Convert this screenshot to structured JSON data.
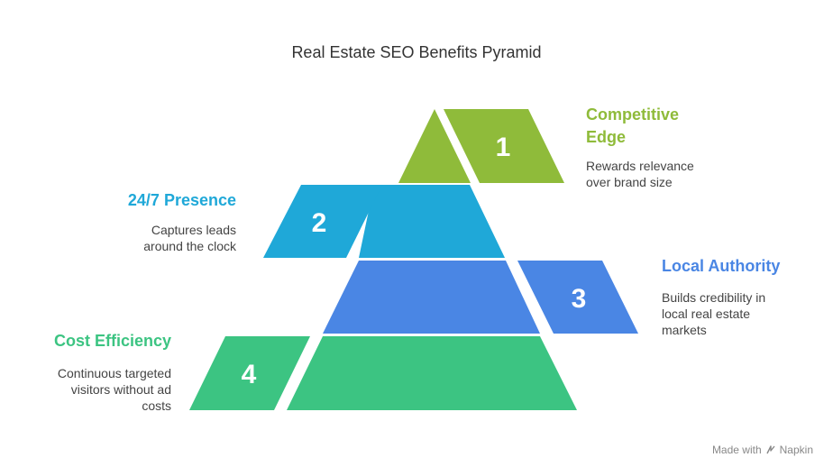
{
  "title": "Real Estate SEO Benefits Pyramid",
  "levels": [
    {
      "number": "1",
      "heading": "Competitive Edge",
      "heading_lines": [
        "Competitive",
        "Edge"
      ],
      "description_lines": [
        "Rewards relevance",
        "over brand size"
      ],
      "color": "#8fbb3a",
      "side": "right"
    },
    {
      "number": "2",
      "heading": "24/7 Presence",
      "heading_lines": [
        "24/7 Presence"
      ],
      "description_lines": [
        "Captures leads",
        "around the clock"
      ],
      "color": "#1fa8d8",
      "side": "left"
    },
    {
      "number": "3",
      "heading": "Local Authority",
      "heading_lines": [
        "Local Authority"
      ],
      "description_lines": [
        "Builds credibility in",
        "local real estate",
        "markets"
      ],
      "color": "#4a86e4",
      "side": "right"
    },
    {
      "number": "4",
      "heading": "Cost Efficiency",
      "heading_lines": [
        "Cost Efficiency"
      ],
      "description_lines": [
        "Continuous targeted",
        "visitors without ad",
        "costs"
      ],
      "color": "#3cc482",
      "side": "left"
    }
  ],
  "footer": {
    "made_with": "Made with",
    "brand": "Napkin"
  }
}
